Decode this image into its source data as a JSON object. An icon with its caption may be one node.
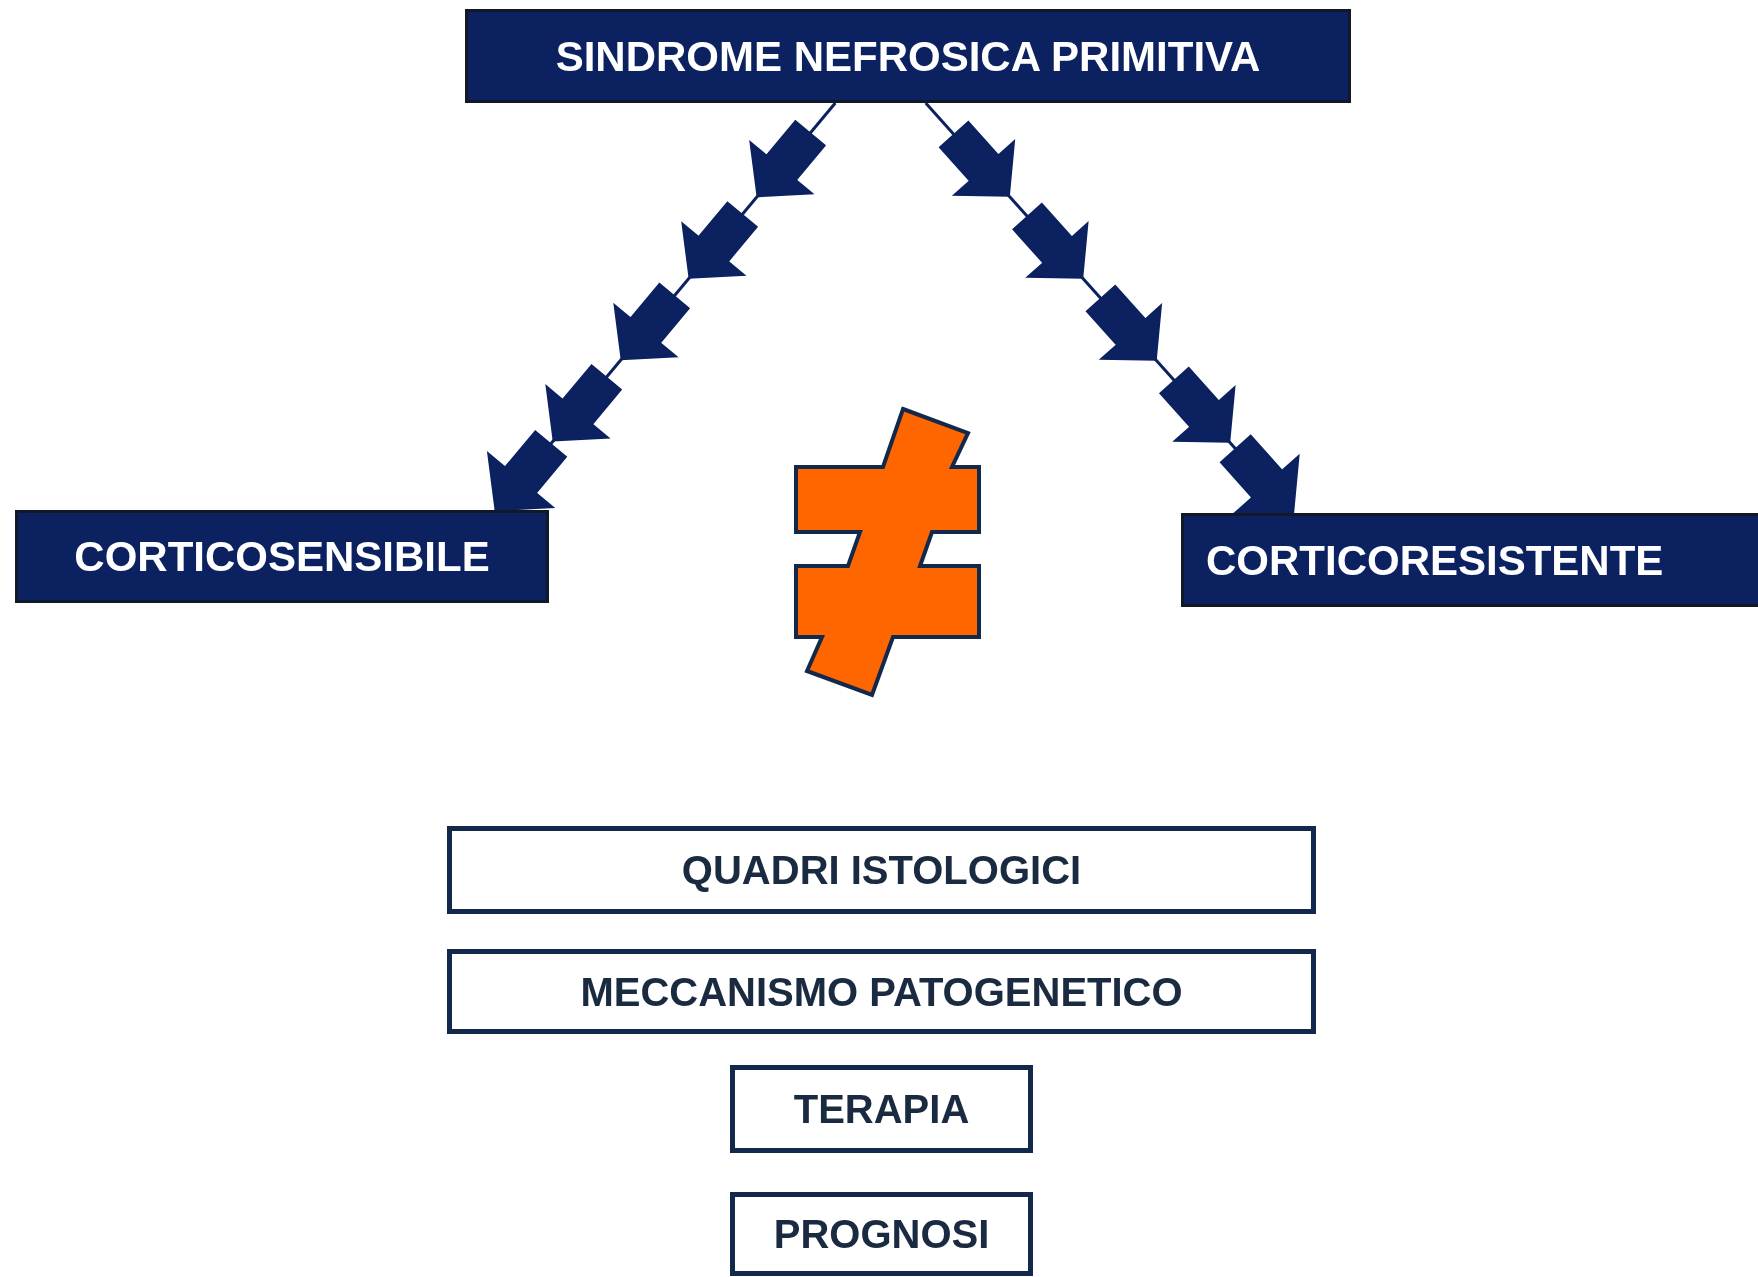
{
  "diagram": {
    "nodes": [
      {
        "text": [
          "SINDROME NEFROSICA PRIMITIVA"
        ]
      },
      {
        "text": [
          "CORTICOSENSIBILE"
        ]
      },
      {
        "text": [
          "CORTICORESISTENTE"
        ]
      },
      {
        "text": [
          "QUADRI ISTOLOGICI"
        ]
      },
      {
        "text": [
          "MECCANISMO PATOGENETICO"
        ]
      },
      {
        "text": [
          "TERAPIA"
        ]
      },
      {
        "text": [
          "PROGNOSI"
        ]
      }
    ],
    "edges": [
      {
        "from": 0,
        "to": 1,
        "arrow": "to"
      },
      {
        "from": 0,
        "to": 2,
        "arrow": "to"
      }
    ]
  }
}
